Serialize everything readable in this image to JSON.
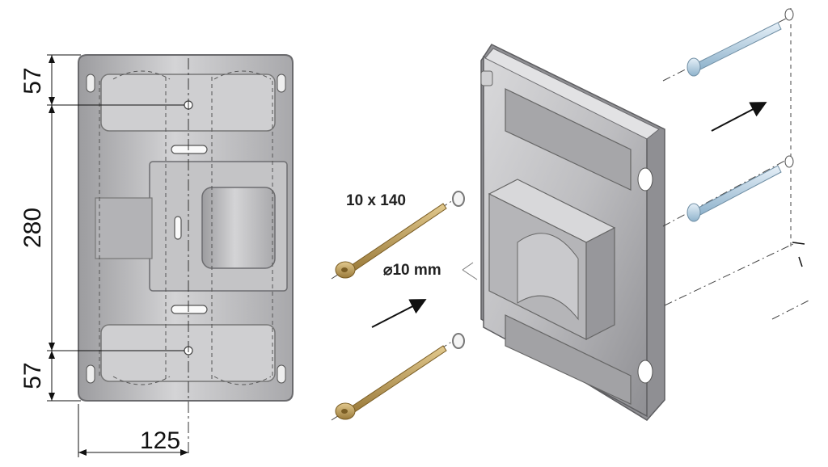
{
  "front_view": {
    "dim_top": "57",
    "dim_middle": "280",
    "dim_bottom": "57",
    "dim_width": "125"
  },
  "iso_view": {
    "screw_label": "10 x 140",
    "diameter_label": "⌀10 mm"
  },
  "colors": {
    "plate": "#b9b9bb",
    "plate_dark": "#8e8e91",
    "screw": "#c7a866",
    "anchor": "#b8d3e6"
  }
}
